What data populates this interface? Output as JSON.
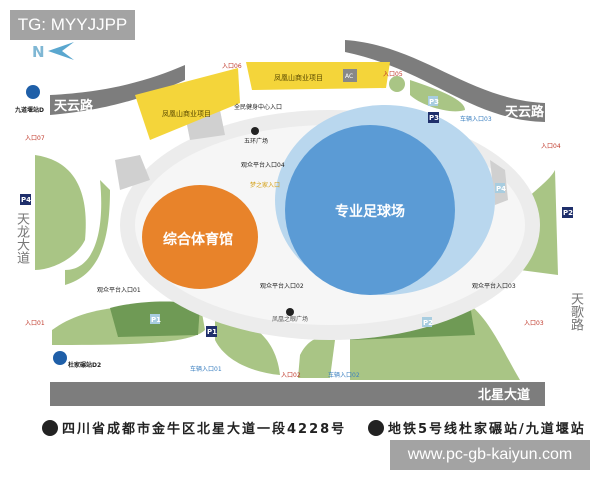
{
  "watermark_top": "TG: MYYJJPP",
  "watermark_bottom": "www.pc-gb-kaiyun.com",
  "compass": "N",
  "roads": {
    "tianyun_left": "天云路",
    "tianyun_right": "天云路",
    "tianlong": "天龙大道",
    "tiange": "天歌路",
    "beixing": "北星大道"
  },
  "venues": {
    "gym": "综合体育馆",
    "stadium": "专业足球场",
    "commercial_1": "凤凰山商业项目",
    "commercial_2": "凤凰山商业项目",
    "ac": "AC"
  },
  "labels": {
    "fitness_entrance": "全民健身中心入口",
    "wuhuan_square": "五环广场",
    "platform_04": "观众平台入口04",
    "platform_01": "观众平台入口01",
    "platform_02": "观众平台入口02",
    "platform_03": "观众平台入口03",
    "dream_entrance": "梦之家入口",
    "phoenix_square": "凤凰之眼广场",
    "metro_jiudao": "九道堰站D",
    "metro_dujia": "杜家碾站D2"
  },
  "entrances": [
    "入口01",
    "入口02",
    "入口03",
    "入口04",
    "入口05",
    "入口06",
    "入口07"
  ],
  "vehicle_entrances": [
    "车辆入口01",
    "车辆入口02",
    "车辆入口03"
  ],
  "parking": [
    "P1",
    "P1",
    "P2",
    "P2",
    "P3",
    "P3",
    "P4",
    "P4"
  ],
  "footer": {
    "address": "四川省成都市金牛区北星大道一段4228号",
    "metro": "地铁5号线杜家碾站/九道堰站"
  },
  "colors": {
    "road": "#7d7d7d",
    "stadium": "#5b9bd5",
    "gym": "#e8832a",
    "commercial": "#f4d53a",
    "green": "#a9c585",
    "green_dark": "#6f9a55",
    "entrance_red": "#c0392b",
    "vehicle_blue": "#3a7fc0",
    "parking_navy": "#1f2f6b"
  }
}
